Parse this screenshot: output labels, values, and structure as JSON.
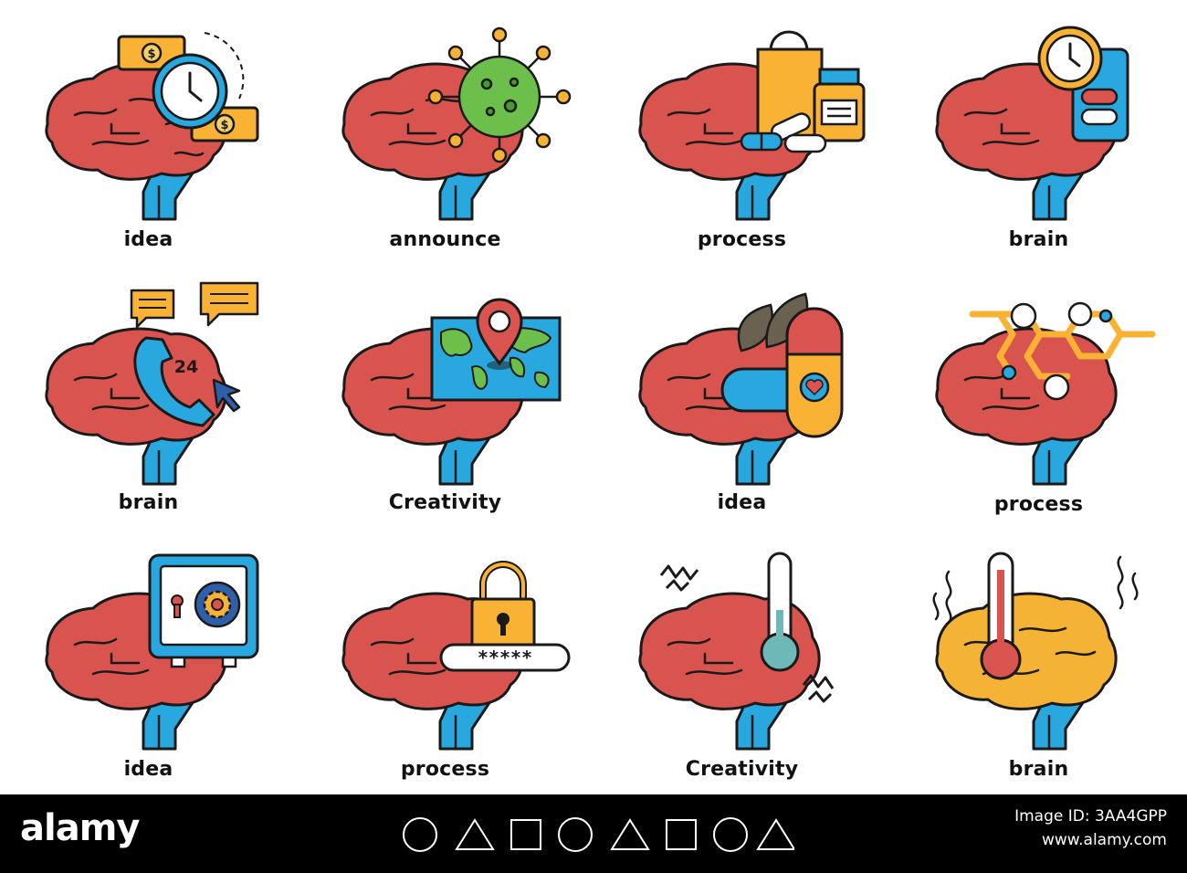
{
  "tiles": [
    {
      "label": "idea",
      "icon": "brain-time-money-icon",
      "brain_color": "#d9534f"
    },
    {
      "label": "announce",
      "icon": "brain-virus-icon",
      "brain_color": "#d9534f"
    },
    {
      "label": "process",
      "icon": "brain-shopping-pills-icon",
      "brain_color": "#d9534f"
    },
    {
      "label": "brain",
      "icon": "brain-clock-phone-pills-icon",
      "brain_color": "#d9534f"
    },
    {
      "label": "brain",
      "icon": "brain-24h-support-icon",
      "brain_color": "#d9534f"
    },
    {
      "label": "Creativity",
      "icon": "brain-world-map-pin-icon",
      "brain_color": "#d9534f"
    },
    {
      "label": "idea",
      "icon": "brain-herbal-capsule-icon",
      "brain_color": "#d9534f"
    },
    {
      "label": "process",
      "icon": "brain-molecule-icon",
      "brain_color": "#d9534f"
    },
    {
      "label": "idea",
      "icon": "brain-safe-icon",
      "brain_color": "#d9534f"
    },
    {
      "label": "process",
      "icon": "brain-padlock-password-icon",
      "brain_color": "#d9534f"
    },
    {
      "label": "Creativity",
      "icon": "brain-thermometer-cold-icon",
      "brain_color": "#d9534f"
    },
    {
      "label": "brain",
      "icon": "brain-thermometer-hot-icon",
      "brain_color": "#f5b335"
    }
  ],
  "password_mask": "*****",
  "support_hours": "24",
  "footer": {
    "watermark": "alamy",
    "image_id_label": "Image ID: 3AA4GPP",
    "site": "www.alamy.com"
  },
  "colors": {
    "brain_red": "#d9534f",
    "brain_yellow": "#f5b335",
    "stem_blue": "#29a8e0",
    "accent_yellow": "#f9b233",
    "accent_green": "#6cbf4b",
    "outline": "#1a1a1a"
  }
}
